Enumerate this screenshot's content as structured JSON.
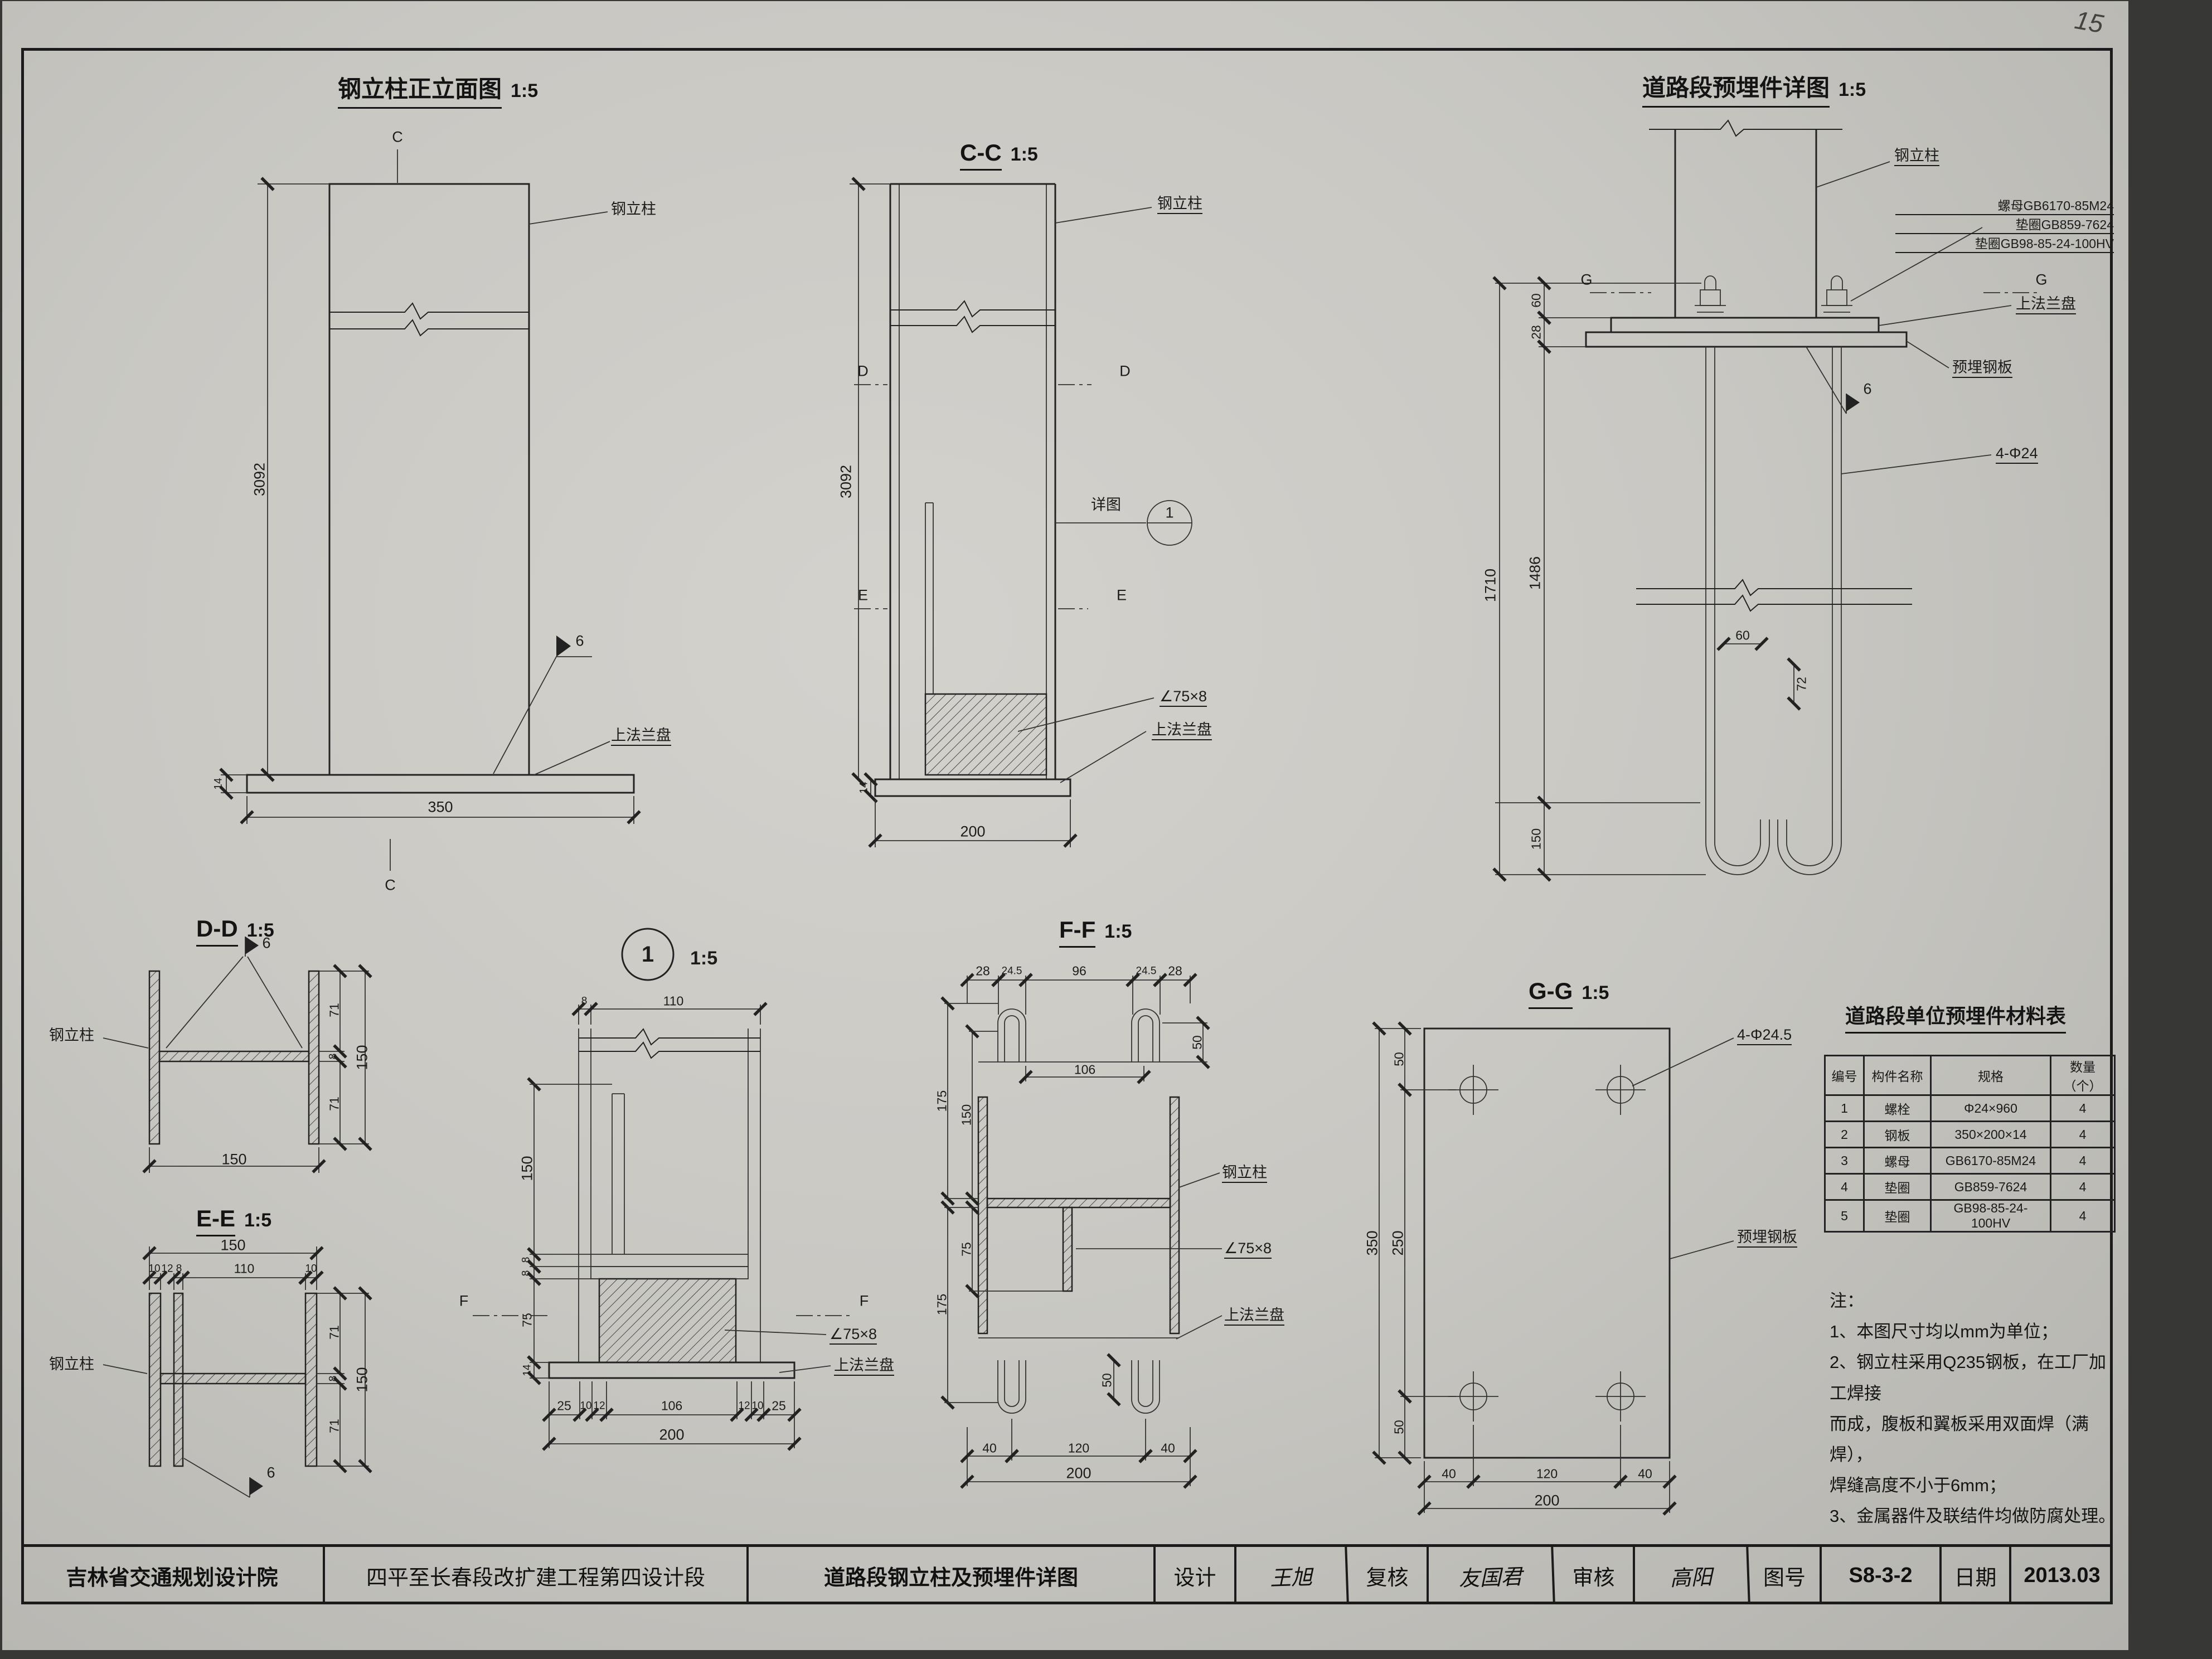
{
  "meta": {
    "page_note": "15"
  },
  "front": {
    "title": "钢立柱正立面图",
    "scale": "1:5",
    "mark_top": "C",
    "mark_bottom": "C",
    "lbl_column": "钢立柱",
    "lbl_flange": "上法兰盘",
    "weld": "6",
    "dim_height": "3092",
    "dim_width": "350",
    "dim_thk": "14"
  },
  "cc": {
    "title": "C-C",
    "scale": "1:5",
    "lbl_column": "钢立柱",
    "lbl_detail": "详图",
    "detail_no": "1",
    "mark_d": "D",
    "mark_e": "E",
    "lbl_angle": "∠75×8",
    "lbl_flange": "上法兰盘",
    "dim_height": "3092",
    "dim_thk": "14",
    "dim_width": "200"
  },
  "embed": {
    "title": "道路段预埋件详图",
    "scale": "1:5",
    "lbl_column": "钢立柱",
    "lbl_nut": "螺母GB6170-85M24",
    "lbl_washer1": "垫圈GB859-7624",
    "lbl_washer2": "垫圈GB98-85-24-100HV",
    "mark_g": "G",
    "lbl_flange": "上法兰盘",
    "lbl_plate": "预埋钢板",
    "weld": "6",
    "lbl_bolts": "4-Φ24",
    "dim_60": "60",
    "dim_28": "28",
    "dim_1486": "1486",
    "dim_1710": "1710",
    "dim_150": "150",
    "dim_hook_w": "60",
    "dim_hook_h": "72"
  },
  "dd": {
    "title": "D-D",
    "scale": "1:5",
    "weld": "6",
    "lbl_column": "钢立柱",
    "dim_71a": "71",
    "dim_8": "8",
    "dim_71b": "71",
    "dim_150r": "150",
    "dim_150b": "150"
  },
  "ee": {
    "title": "E-E",
    "scale": "1:5",
    "lbl_column": "钢立柱",
    "weld": "6",
    "dim_150t": "150",
    "dim_10a": "10",
    "dim_12": "12",
    "dim_8t": "8",
    "dim_110": "110",
    "dim_10b": "10",
    "dim_71a": "71",
    "dim_8w": "8",
    "dim_71b": "71",
    "dim_150r": "150"
  },
  "detail1": {
    "bubble": "1",
    "scale": "1:5",
    "mark_f": "F",
    "dim_8t": "8",
    "dim_110": "110",
    "dim_150": "150",
    "dim_8a": "8",
    "dim_8b": "8",
    "dim_75": "75",
    "dim_14": "14",
    "lbl_angle": "∠75×8",
    "lbl_flange": "上法兰盘",
    "dims_bottom": [
      "25",
      "10",
      "12",
      "106",
      "12",
      "10",
      "25"
    ],
    "dim_200": "200"
  },
  "ff": {
    "title": "F-F",
    "scale": "1:5",
    "dims_top": [
      "28",
      "24.5",
      "96",
      "24.5",
      "28"
    ],
    "dim_50t": "50",
    "dim_106": "106",
    "dim_175a": "175",
    "dim_150": "150",
    "dim_75": "75",
    "dim_175b": "175",
    "lbl_column": "钢立柱",
    "lbl_angle": "∠75×8",
    "lbl_flange": "上法兰盘",
    "dim_50b": "50",
    "dims_bottom": [
      "40",
      "120",
      "40"
    ],
    "dim_200": "200"
  },
  "gg": {
    "title": "G-G",
    "scale": "1:5",
    "lbl_holes": "4-Φ24.5",
    "lbl_plate": "预埋钢板",
    "dim_50a": "50",
    "dim_250": "250",
    "dim_50b": "50",
    "dim_350": "350",
    "dims_bottom": [
      "40",
      "120",
      "40"
    ],
    "dim_200": "200"
  },
  "material_table": {
    "title": "道路段单位预埋件材料表",
    "headers": [
      "编号",
      "构件名称",
      "规格",
      "数量（个）"
    ],
    "rows": [
      [
        "1",
        "螺栓",
        "Φ24×960",
        "4"
      ],
      [
        "2",
        "钢板",
        "350×200×14",
        "4"
      ],
      [
        "3",
        "螺母",
        "GB6170-85M24",
        "4"
      ],
      [
        "4",
        "垫圈",
        "GB859-7624",
        "4"
      ],
      [
        "5",
        "垫圈",
        "GB98-85-24-100HV",
        "4"
      ]
    ]
  },
  "notes": {
    "text": "注：\n1、本图尺寸均以mm为单位；\n2、钢立柱采用Q235钢板，在工厂加工焊接\n而成，腹板和翼板采用双面焊（满焊），\n焊缝高度不小于6mm；\n3、金属器件及联结件均做防腐处理。"
  },
  "titleblock": {
    "org": "吉林省交通规划设计院",
    "project": "四平至长春段改扩建工程第四设计段",
    "sheet": "道路段钢立柱及预埋件详图",
    "design_label": "设计",
    "design_name": "王旭",
    "check_label": "复核",
    "check_name": "友国君",
    "review_label": "审核",
    "review_name": "高阳",
    "no_label": "图号",
    "no_value": "S8-3-2",
    "date_label": "日期",
    "date_value": "2013.03"
  }
}
